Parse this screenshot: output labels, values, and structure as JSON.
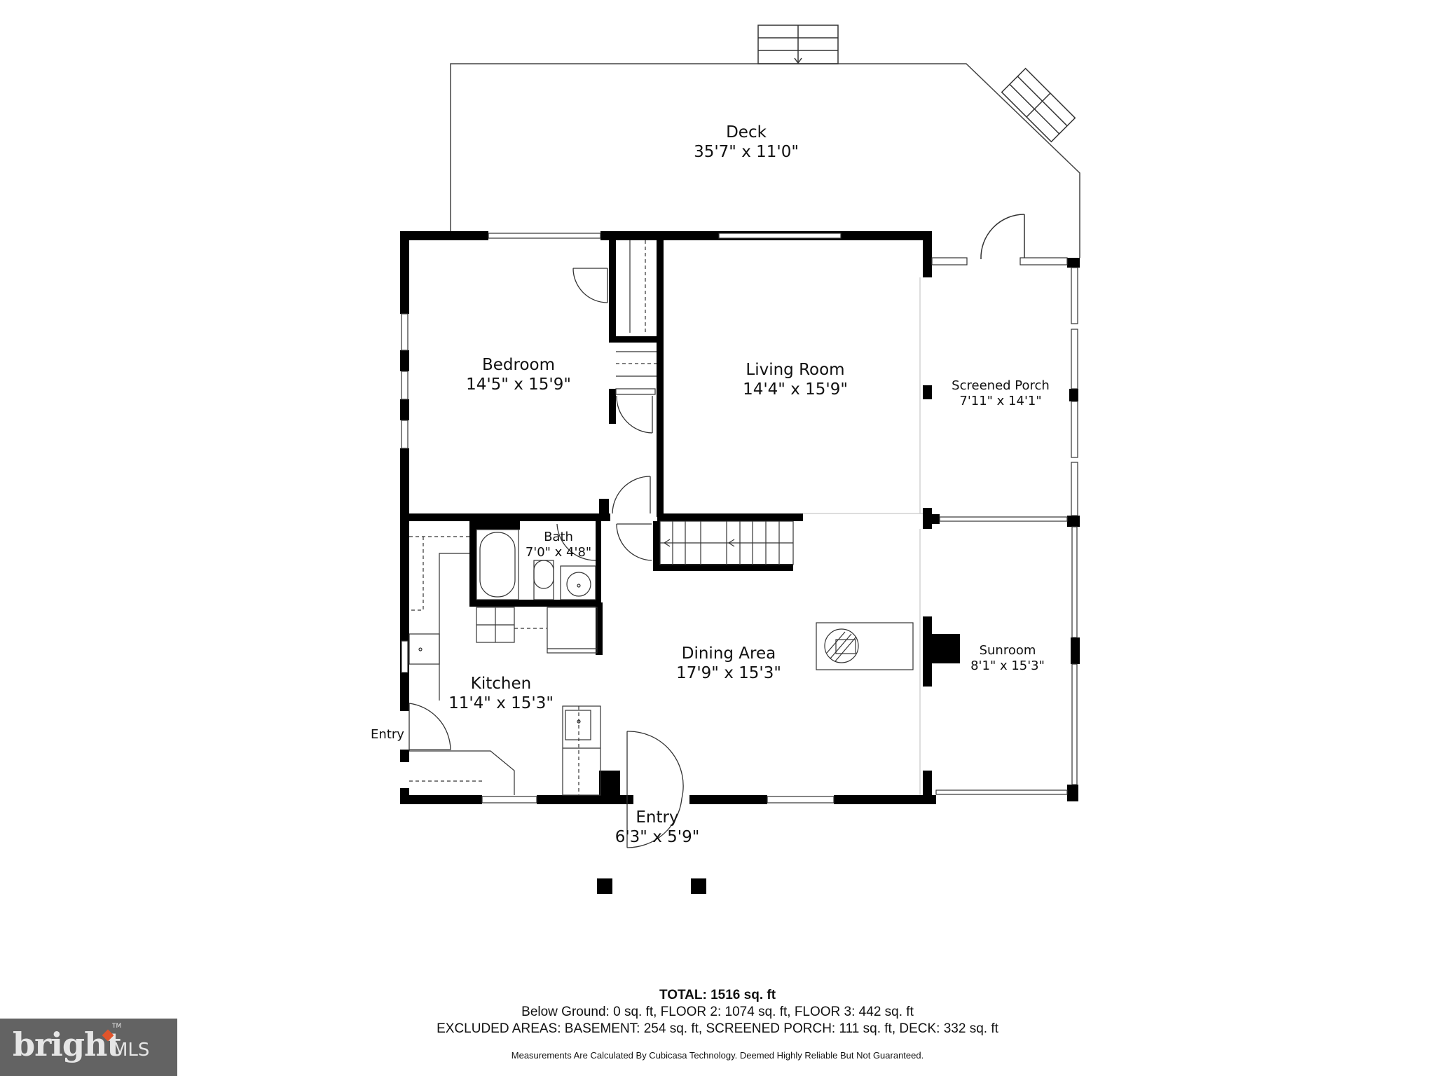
{
  "rooms": {
    "deck": {
      "name": "Deck",
      "dims": "35'7\" x 11'0\""
    },
    "bedroom": {
      "name": "Bedroom",
      "dims": "14'5\" x 15'9\""
    },
    "living_room": {
      "name": "Living Room",
      "dims": "14'4\" x 15'9\""
    },
    "screened_porch": {
      "name": "Screened Porch",
      "dims": "7'11\" x 14'1\""
    },
    "bath": {
      "name": "Bath",
      "dims": "7'0\" x 4'8\""
    },
    "dining_area": {
      "name": "Dining Area",
      "dims": "17'9\" x 15'3\""
    },
    "sunroom": {
      "name": "Sunroom",
      "dims": "8'1\" x 15'3\""
    },
    "kitchen": {
      "name": "Kitchen",
      "dims": "11'4\" x 15'3\""
    },
    "side_entry": {
      "name": "Entry"
    },
    "front_entry": {
      "name": "Entry",
      "dims": "6'3\" x 5'9\""
    }
  },
  "summary": {
    "total": "TOTAL: 1516 sq. ft",
    "floors": "Below Ground: 0 sq. ft, FLOOR 2: 1074 sq. ft, FLOOR 3: 442 sq. ft",
    "excluded": "EXCLUDED AREAS: BASEMENT: 254 sq. ft, SCREENED PORCH: 111 sq. ft, DECK: 332 sq. ft",
    "disclaimer": "Measurements Are Calculated By Cubicasa Technology. Deemed Highly Reliable But Not Guaranteed."
  },
  "logo": {
    "word": "bright",
    "suffix": "MLS",
    "tm": "TM",
    "accent": "#e0542b",
    "background": "#636363"
  },
  "colors": {
    "wall": "#000000",
    "line": "#333333",
    "background": "#ffffff"
  }
}
